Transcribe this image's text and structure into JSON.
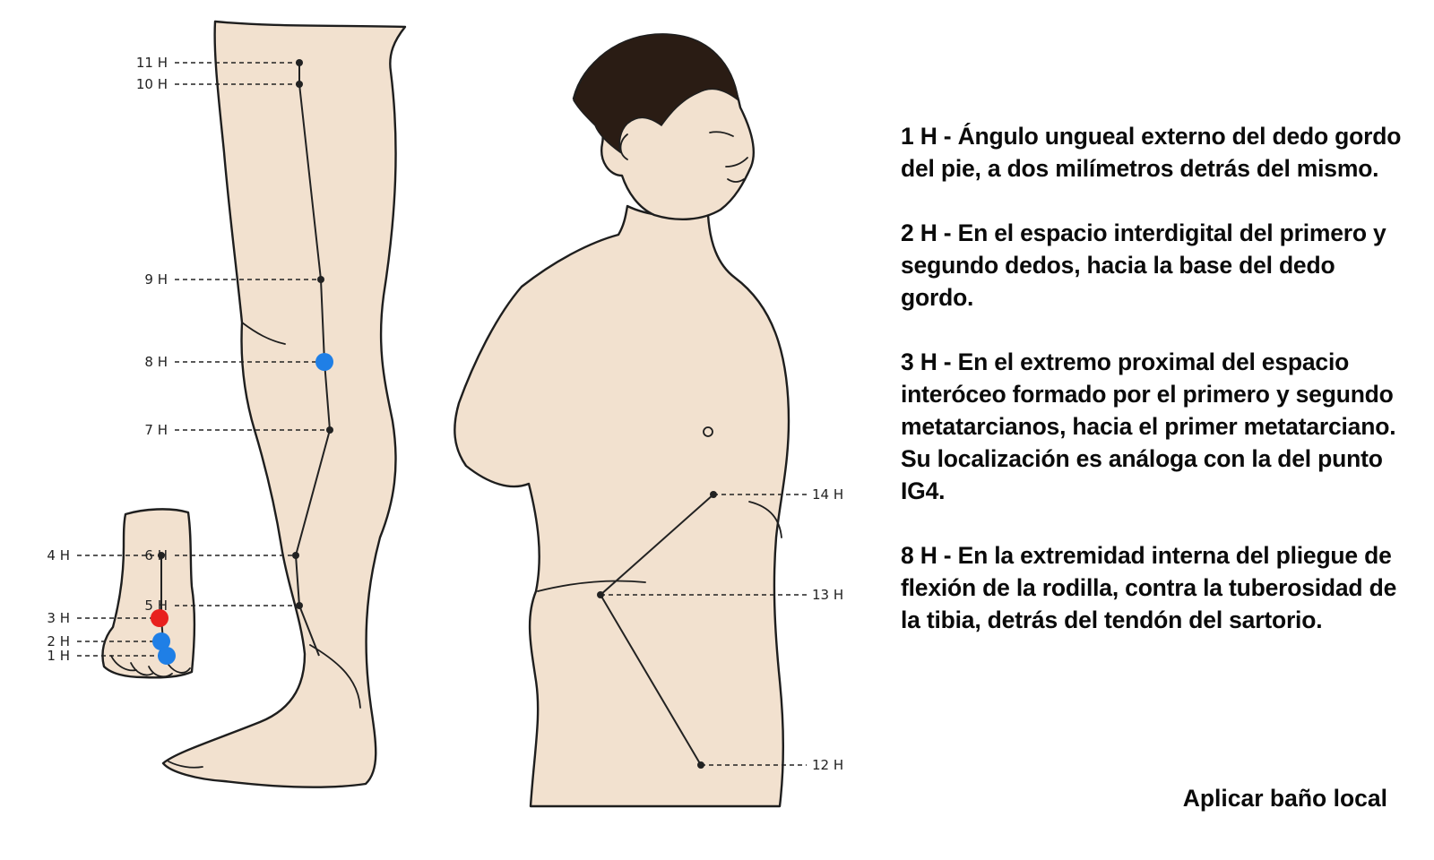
{
  "figure": {
    "leg_points": [
      "11 H",
      "10 H",
      "9 H",
      "8 H",
      "7 H",
      "6 H",
      "5 H"
    ],
    "foot_points": [
      "4 H",
      "3 H",
      "2 H",
      "1 H"
    ],
    "torso_points": [
      "14 H",
      "13 H",
      "12 H"
    ],
    "highlight_colors": {
      "blue": "#1f7fe6",
      "red": "#e8201e"
    },
    "skin_color": "#f2e1cf"
  },
  "descriptions": [
    "1 H - Ángulo ungueal externo del dedo gordo del pie, a dos milímetros detrás del mismo.",
    "2 H - En el espacio interdigital del primero y segundo dedos, hacia la base del dedo gordo.",
    "3 H - En el extremo proximal del espacio interóceo formado por el primero y segundo metatarcianos, hacia el primer metatarciano. Su localización es análoga con la del punto IG4.",
    "8 H - En la extremidad interna del pliegue de flexión de la rodilla, contra la tuberosidad de la tibia, detrás del tendón del sartorio."
  ],
  "note": "Aplicar baño local"
}
